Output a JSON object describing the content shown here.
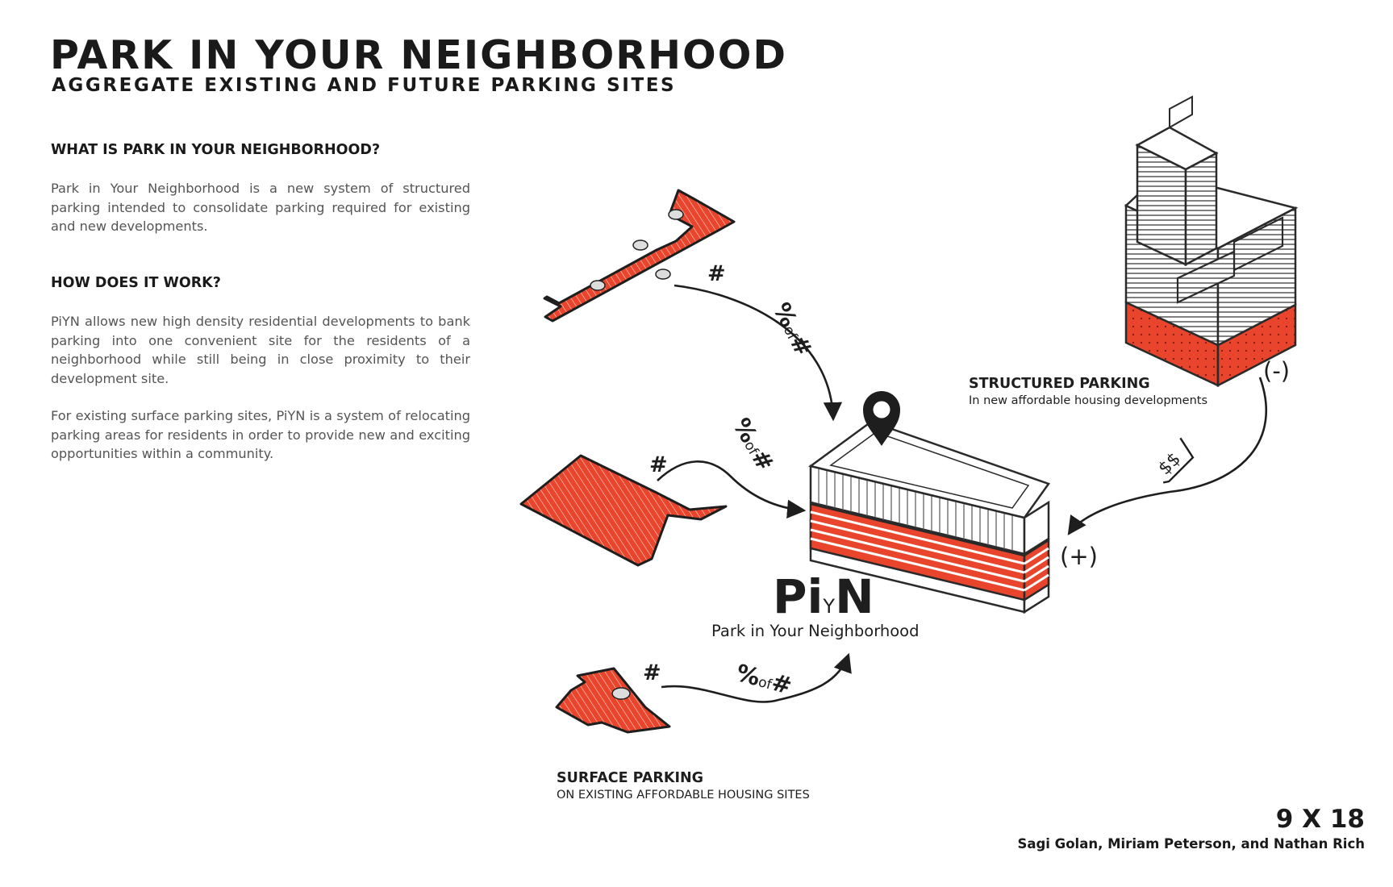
{
  "header": {
    "title": "PARK IN YOUR NEIGHBORHOOD",
    "subtitle": "AGGREGATE EXISTING AND FUTURE PARKING SITES"
  },
  "sections": [
    {
      "heading": "WHAT IS PARK IN YOUR NEIGHBORHOOD?",
      "paragraphs": [
        "Park in Your Neighborhood is a new system of structured parking intended to consolidate parking required for existing and new developments."
      ]
    },
    {
      "heading": "HOW DOES IT WORK?",
      "paragraphs": [
        "PiYN allows new high density residential developments to bank parking into one convenient site for the residents of a neighborhood while still being in close proximity to their development site.",
        "For existing surface parking sites, PiYN is a system of relocating parking areas for residents in order to provide new and exciting opportunities within a community."
      ]
    }
  ],
  "diagram": {
    "hub_logo": {
      "p": "Pi",
      "y": "Y",
      "n": "N"
    },
    "hub_tagline": "Park in Your Neighborhood",
    "hash_label": "#",
    "percent_label": {
      "pct": "%",
      "of": "of",
      "hash": "#"
    },
    "structured_parking": {
      "title": "STRUCTURED PARKING",
      "caption": "In new affordable housing developments",
      "minus_label": "(-)",
      "plus_label": "(+)",
      "money_label": "$$"
    },
    "surface_parking": {
      "title": "SURFACE PARKING",
      "caption": "ON EXISTING AFFORDABLE HOUSING SITES"
    },
    "colors": {
      "accent": "#e8452c",
      "ink": "#1e1e1e",
      "outline": "#2a2a2a",
      "paper": "#ffffff"
    },
    "icons": [
      "location-pin-icon",
      "car-icon"
    ]
  },
  "footer": {
    "project": "9 X 18",
    "authors": "Sagi Golan, Miriam Peterson, and Nathan Rich"
  }
}
